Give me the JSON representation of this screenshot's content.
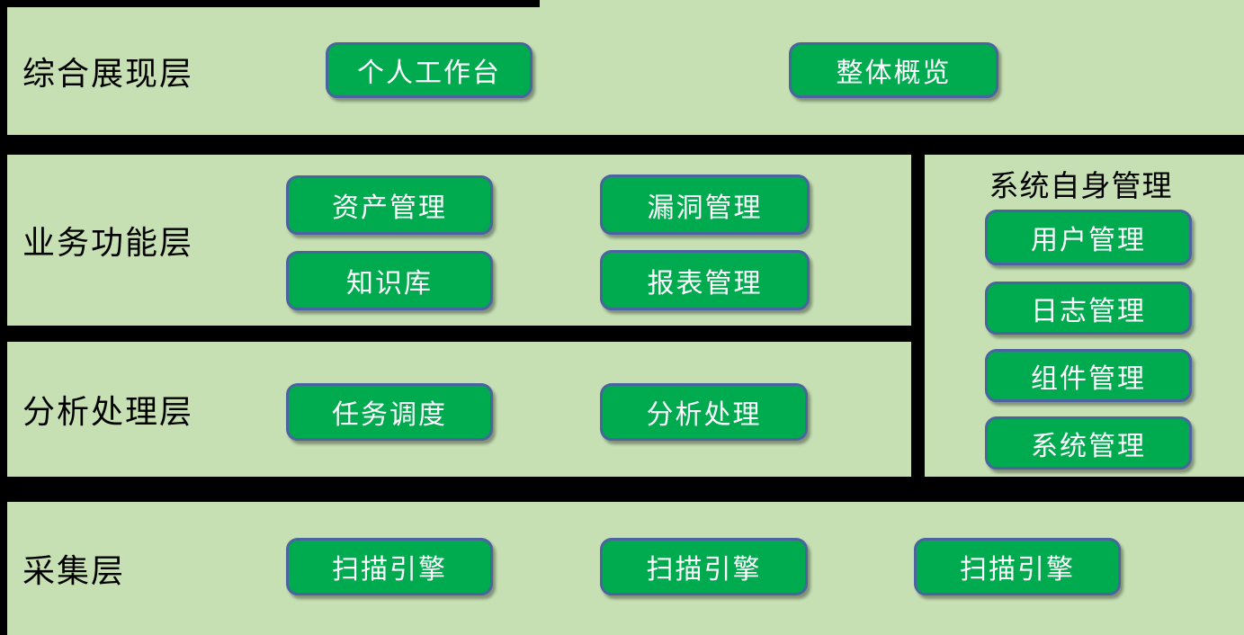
{
  "colors": {
    "canvas_green": "#c6e0b4",
    "separator_black": "#000000",
    "button_fill_green": "#00ab50",
    "button_border_blue": "#4a64a0",
    "button_text": "#ffffff",
    "label_text": "#000000"
  },
  "panels": {
    "display": {
      "label": "综合展现层",
      "buttons": [
        "个人工作台",
        "整体概览"
      ]
    },
    "business": {
      "label": "业务功能层",
      "buttons": [
        "资产管理",
        "漏洞管理",
        "知识库",
        "报表管理"
      ]
    },
    "analysis": {
      "label": "分析处理层",
      "buttons": [
        "任务调度",
        "分析处理"
      ]
    },
    "system": {
      "title": "系统自身管理",
      "buttons": [
        "用户管理",
        "日志管理",
        "组件管理",
        "系统管理"
      ]
    },
    "collection": {
      "label": "采集层",
      "buttons": [
        "扫描引擎",
        "扫描引擎",
        "扫描引擎"
      ]
    }
  }
}
